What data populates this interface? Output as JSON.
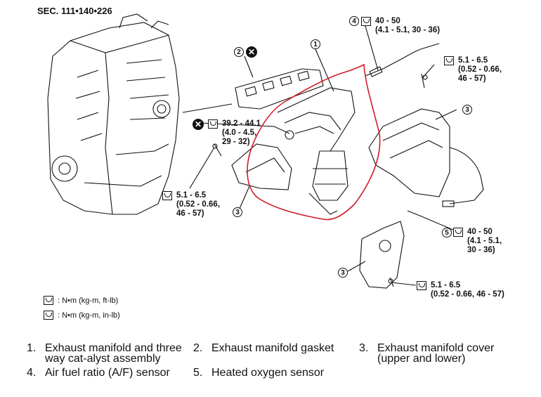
{
  "section_code": "SEC. 111•140•226",
  "callouts": {
    "c1": "1",
    "c2": "2",
    "c3a": "3",
    "c3b": "3",
    "c3c": "3",
    "c4": "4",
    "c5": "5"
  },
  "torque_specs": {
    "af_sensor": {
      "line1": "40 - 50",
      "line2": "(4.1 - 5.1, 30 - 36)"
    },
    "right_upper_bolt": {
      "line1": "5.1 - 6.5",
      "line2": "(0.52 - 0.66,",
      "line3": "46 - 57)"
    },
    "manifold_nut": {
      "line1": "39.2 - 44.1",
      "line2": "(4.0 - 4.5,",
      "line3": "29 - 32)"
    },
    "left_bolt": {
      "line1": "5.1 - 6.5",
      "line2": "(0.52 - 0.66,",
      "line3": "46 - 57)"
    },
    "ho2_sensor": {
      "line1": "40 - 50",
      "line2": "(4.1 - 5.1,",
      "line3": "30 - 36)"
    },
    "lower_bolt": {
      "line1": "5.1 - 6.5",
      "line2": "(0.52 - 0.66, 46 - 57)"
    }
  },
  "legend": [
    {
      "icon": "torque-ft-lb-icon",
      "text": ": N•m  (kg-m,  ft-lb)"
    },
    {
      "icon": "torque-in-lb-icon",
      "text": ": N•m  (kg-m,  in-lb)"
    }
  ],
  "parts": [
    {
      "num": "1.",
      "text": "Exhaust manifold and three way cat-alyst assembly"
    },
    {
      "num": "2.",
      "text": "Exhaust manifold gasket"
    },
    {
      "num": "3.",
      "text": "Exhaust manifold cover (upper and lower)"
    },
    {
      "num": "4.",
      "text": "Air fuel ratio (A/F) sensor"
    },
    {
      "num": "5.",
      "text": "Heated oxygen sensor"
    }
  ],
  "colors": {
    "highlight": "#d11a2a",
    "ink": "#111111"
  }
}
